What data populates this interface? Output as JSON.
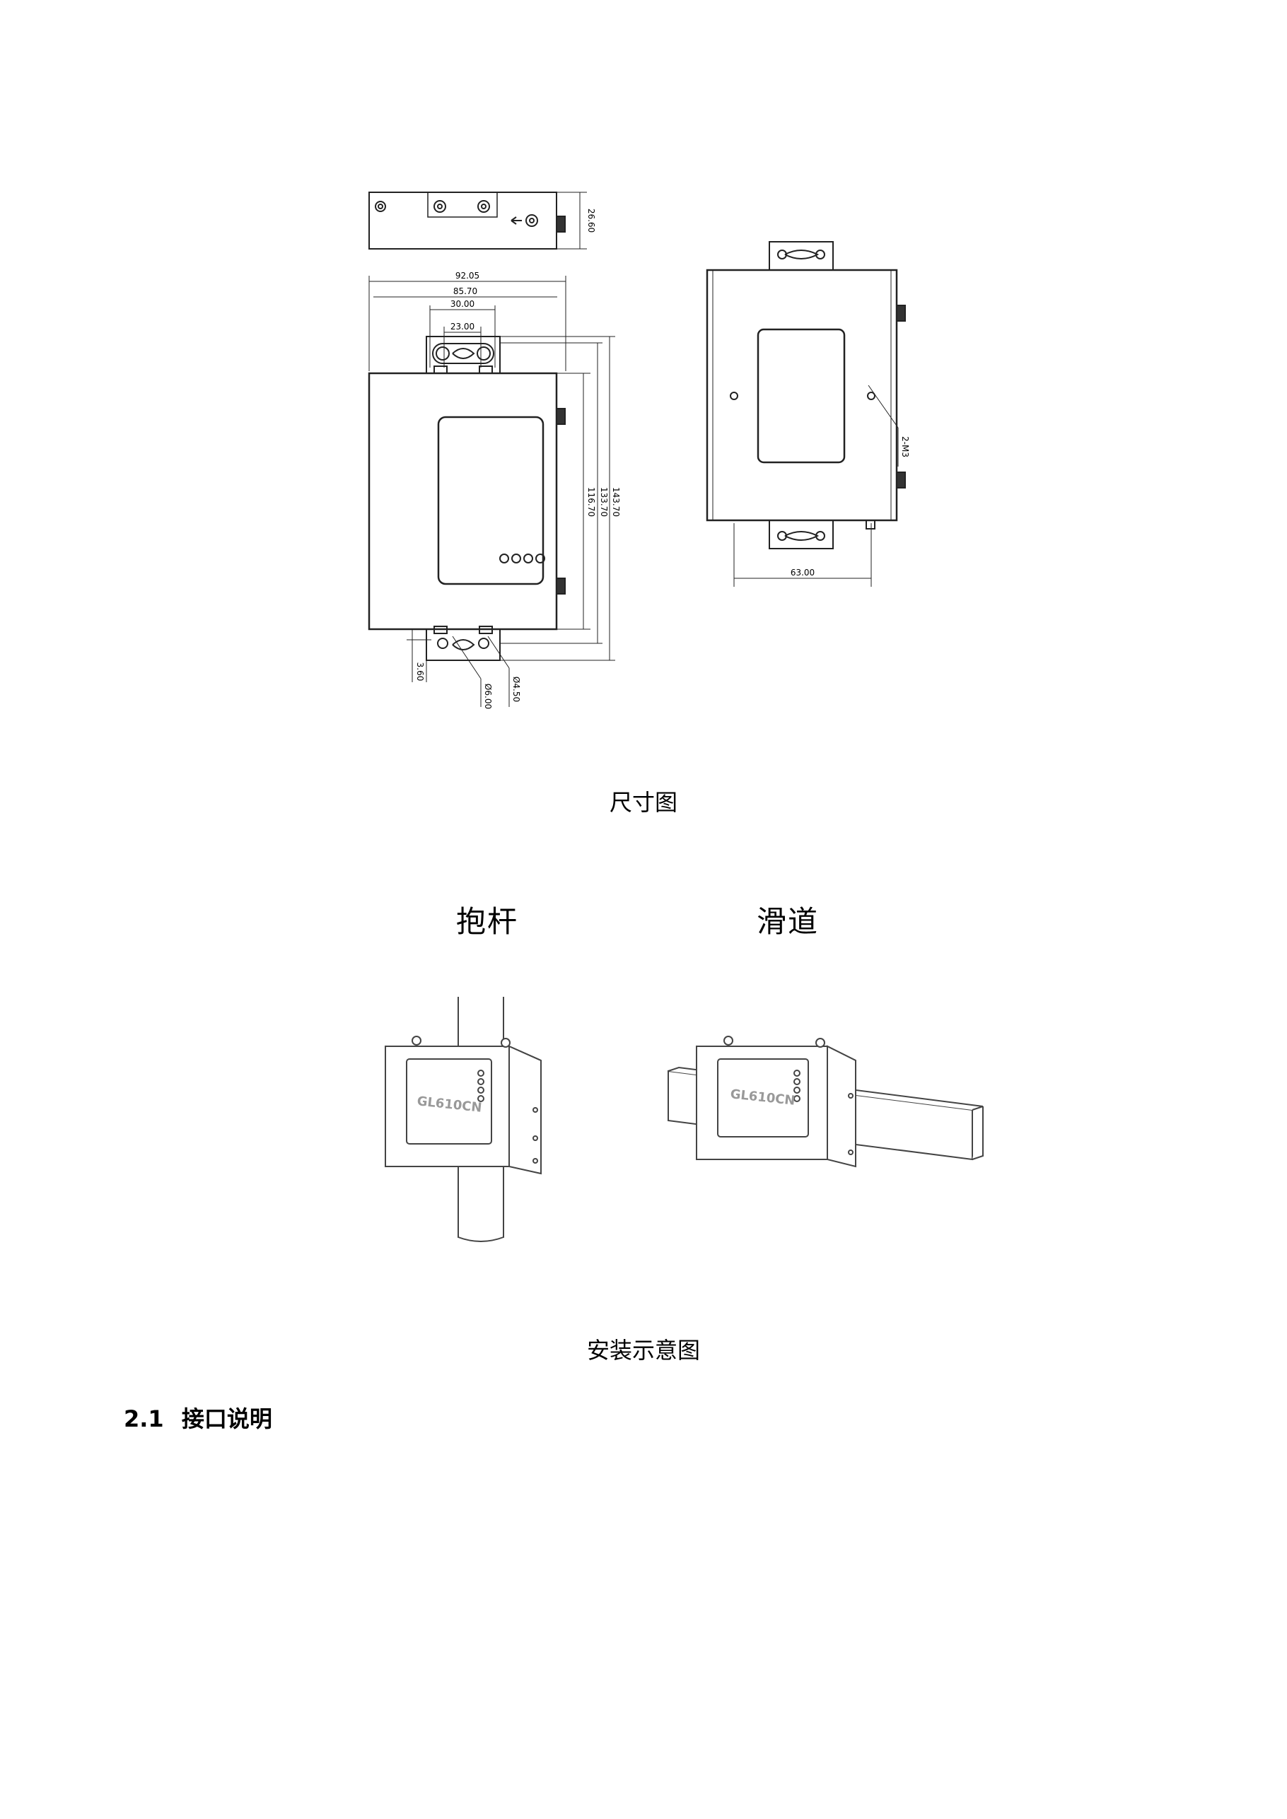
{
  "drawing": {
    "dims": {
      "height_side": "26.60",
      "width_total": "92.05",
      "width_body": "85.70",
      "hole_span": "30.00",
      "slot_span": "23.00",
      "h_short": "116.70",
      "h_mid": "133.70",
      "h_long": "143.70",
      "bottom_offset": "3.60",
      "hole_d1": "Ø6.00",
      "hole_d2": "Ø4.50",
      "screw": "2-M3",
      "hole_pitch": "63.00"
    }
  },
  "captions": {
    "dimension_figure": "尺寸图",
    "install_figure": "安装示意图"
  },
  "install": {
    "pole_label": "抱杆",
    "rail_label": "滑道",
    "device_model": "GL610CN"
  },
  "section": {
    "number": "2.1",
    "title": "接口说明"
  }
}
